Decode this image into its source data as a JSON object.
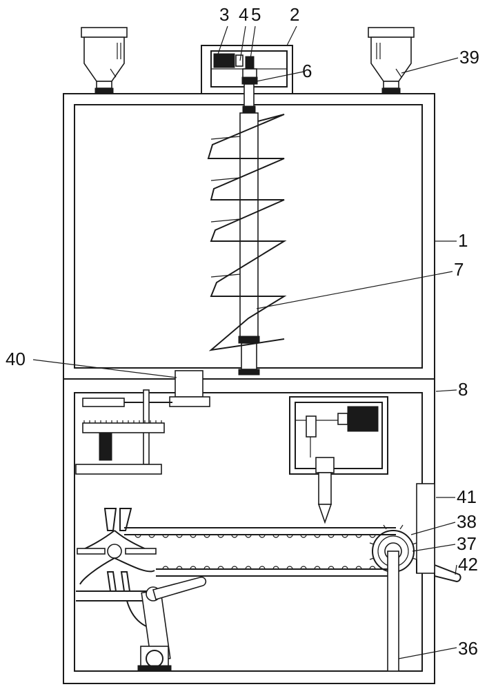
{
  "labels": {
    "l1": "1",
    "l2": "2",
    "l3": "3",
    "l4": "4",
    "l5": "5",
    "l6": "6",
    "l7": "7",
    "l8": "8",
    "l36": "36",
    "l37": "37",
    "l38": "38",
    "l39": "39",
    "l40": "40",
    "l41": "41",
    "l42": "42"
  }
}
